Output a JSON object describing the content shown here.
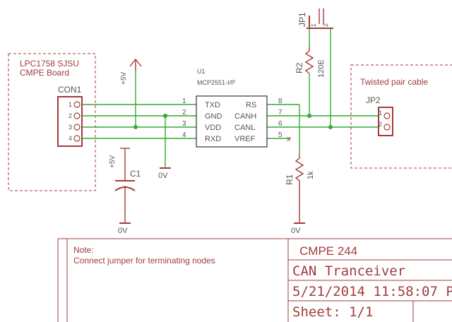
{
  "colors": {
    "wire": "#33aa33",
    "part": "#a33b3b",
    "label": "#555555",
    "frame": "#a33b3b"
  },
  "board_box": {
    "line1": "LPC1758 SJSU",
    "line2": "CMPE Board"
  },
  "con1": {
    "name": "CON1",
    "pins": [
      "1",
      "2",
      "3",
      "4"
    ]
  },
  "u1": {
    "name": "U1",
    "part": "MCP2551-I/P",
    "left_pins": [
      {
        "num": "1",
        "name": "TXD"
      },
      {
        "num": "2",
        "name": "GND"
      },
      {
        "num": "3",
        "name": "VDD"
      },
      {
        "num": "4",
        "name": "RXD"
      }
    ],
    "right_pins": [
      {
        "num": "8",
        "name": "RS"
      },
      {
        "num": "7",
        "name": "CANH"
      },
      {
        "num": "6",
        "name": "CANL"
      },
      {
        "num": "5",
        "name": "VREF"
      }
    ],
    "nc_mark": "x"
  },
  "power": {
    "supply_a": "+5V",
    "supply_b": "+5V",
    "gnd_a": "0V",
    "gnd_b": "0V",
    "gnd_c": "0V"
  },
  "c1": {
    "name": "C1"
  },
  "r1": {
    "name": "R1",
    "value": "1k"
  },
  "r2": {
    "name": "R2",
    "value": "120E"
  },
  "jp1": {
    "name": "JP1",
    "pins": [
      "1",
      "2"
    ]
  },
  "jp2": {
    "name": "JP2",
    "pins": [
      "1",
      "2"
    ],
    "box_label": "Twisted pair cable"
  },
  "title_block": {
    "note_heading": "Note:",
    "note_text": "Connect jumper for terminating nodes",
    "course": "CMPE 244",
    "title": "CAN Tranceiver",
    "date": "5/21/2014 11:58:07 P",
    "sheet": "Sheet: 1/1"
  }
}
